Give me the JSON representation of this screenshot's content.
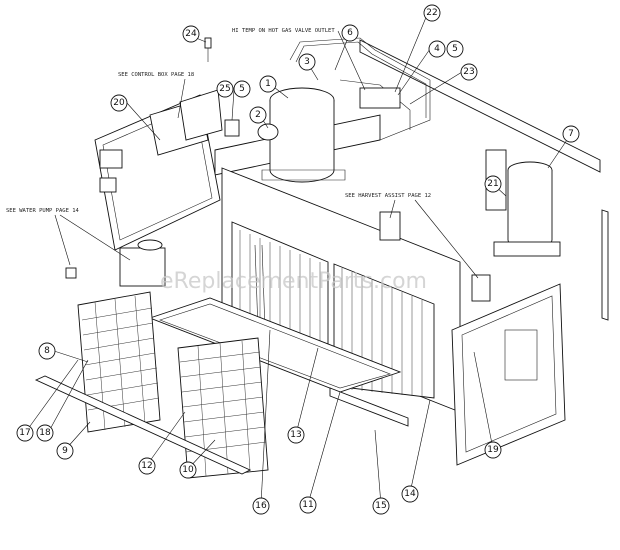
{
  "notes": {
    "hi_temp": "HI TEMP ON HOT GAS VALVE OUTLET",
    "control_box": "SEE CONTROL BOX PAGE 18",
    "water_pump": "SEE WATER PUMP PAGE 14",
    "harvest_assist": "SEE HARVEST ASSIST PAGE 12"
  },
  "watermark": "eReplacementParts.com",
  "callouts": [
    {
      "label": "24"
    },
    {
      "label": "6"
    },
    {
      "label": "22"
    },
    {
      "label": "4"
    },
    {
      "label": "5"
    },
    {
      "label": "3"
    },
    {
      "label": "23"
    },
    {
      "label": "1"
    },
    {
      "label": "25"
    },
    {
      "label": "5"
    },
    {
      "label": "20"
    },
    {
      "label": "2"
    },
    {
      "label": "7"
    },
    {
      "label": "21"
    },
    {
      "label": "8"
    },
    {
      "label": "17"
    },
    {
      "label": "18"
    },
    {
      "label": "9"
    },
    {
      "label": "12"
    },
    {
      "label": "10"
    },
    {
      "label": "13"
    },
    {
      "label": "16"
    },
    {
      "label": "11"
    },
    {
      "label": "15"
    },
    {
      "label": "14"
    },
    {
      "label": "19"
    }
  ]
}
